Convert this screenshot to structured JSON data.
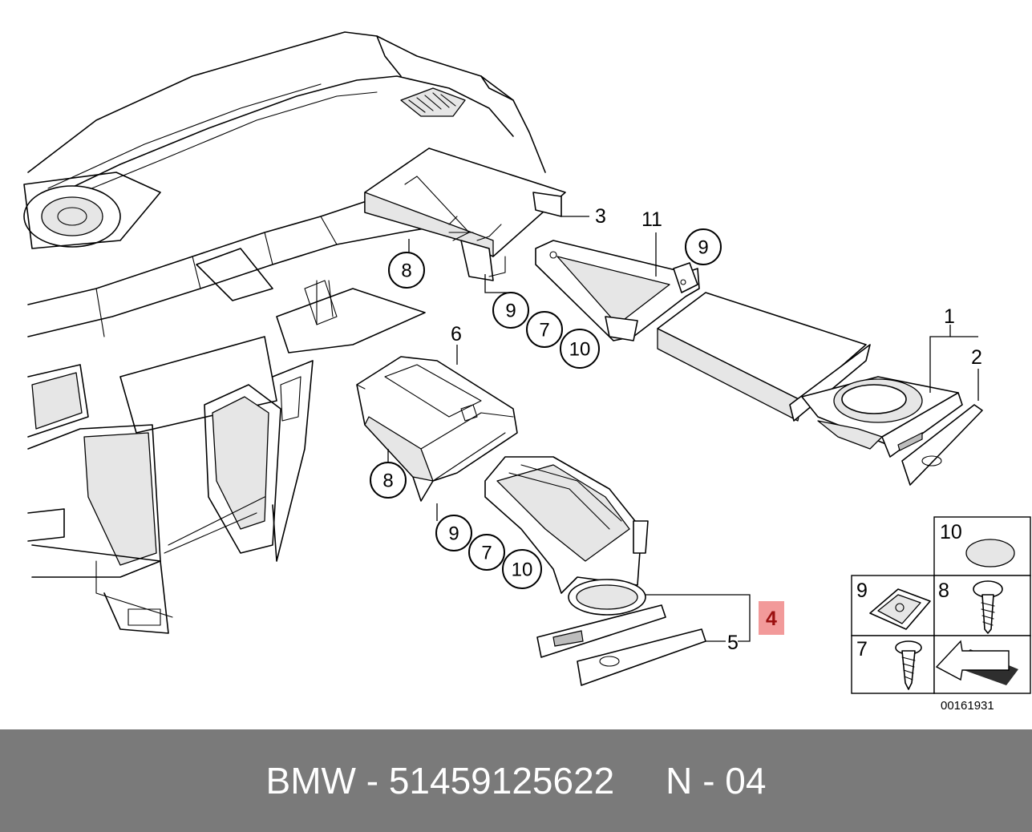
{
  "diagram": {
    "reference_number": "00161931",
    "callouts": {
      "label_1": "1",
      "label_2": "2",
      "label_3": "3",
      "label_4": "4",
      "label_5": "5",
      "label_6": "6",
      "label_11": "11",
      "circle_8_top": "8",
      "circle_9_top_right": "9",
      "circle_9_mid": "9",
      "circle_7_mid": "7",
      "circle_10_mid": "10",
      "circle_8_lower": "8",
      "circle_9_lower": "9",
      "circle_7_lower": "7",
      "circle_10_lower": "10"
    },
    "highlighted_part": "4",
    "legend": {
      "cell_10": "10",
      "cell_9": "9",
      "cell_8": "8",
      "cell_7": "7"
    },
    "colors": {
      "highlight_fill": "#f29a9a",
      "highlight_text": "#9b1010",
      "footer_background": "#7a7a7a"
    }
  },
  "footer": {
    "brand": "BMW",
    "separator": "-",
    "part_number": "51459125622",
    "position_prefix": "N",
    "position_number": "04"
  }
}
